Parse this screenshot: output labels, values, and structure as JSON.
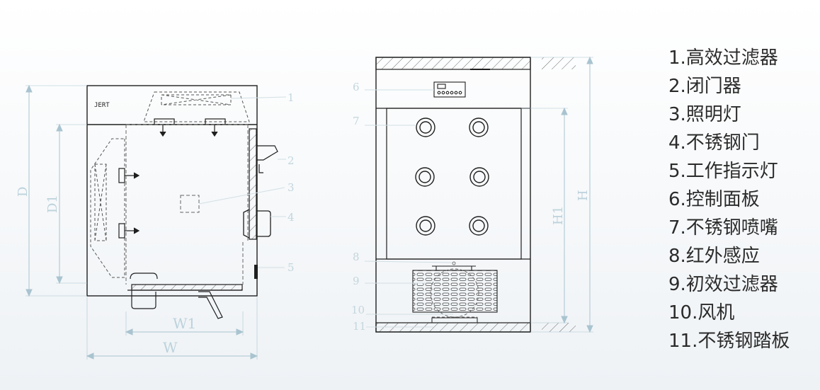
{
  "left_view": {
    "brand_label": "JERT",
    "dimension_labels": {
      "depth": "D",
      "inner_depth": "D1",
      "inner_width": "W1",
      "width": "W"
    },
    "callouts": [
      "1",
      "2",
      "3",
      "4",
      "5"
    ]
  },
  "front_view": {
    "dimension_labels": {
      "height": "H",
      "inner_height": "H1"
    },
    "callouts": [
      "6",
      "7",
      "8",
      "9",
      "10",
      "11"
    ]
  },
  "legend": {
    "items": [
      "1.高效过滤器",
      "2.闭门器",
      "3.照明灯",
      "4.不锈钢门",
      "5.工作指示灯",
      "6.控制面板",
      "7.不锈钢喷嘴",
      "8.红外感应",
      "9.初效过滤器",
      "10.风机",
      "11.不锈钢踏板"
    ]
  },
  "colors": {
    "line": "#1f1f1f",
    "dimension": "#a9c4d0",
    "text": "#2b2b2b"
  }
}
